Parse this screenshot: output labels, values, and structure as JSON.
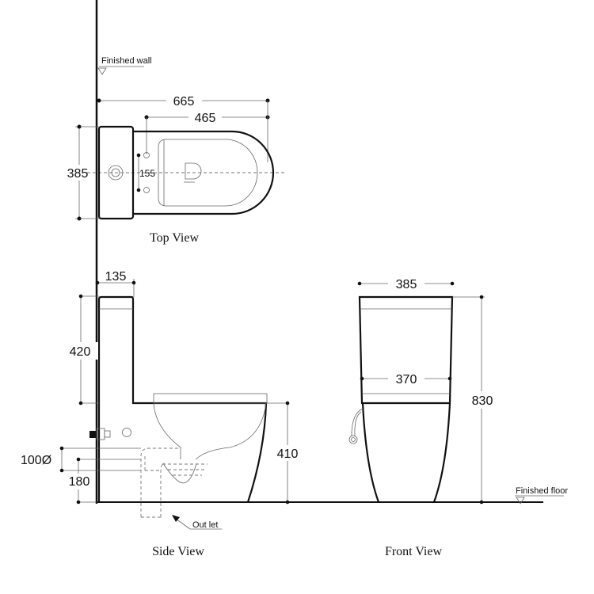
{
  "labels": {
    "finished_wall": "Finished wall",
    "finished_floor": "Finished floor",
    "outlet": "Out let",
    "top_view": "Top View",
    "side_view": "Side View",
    "front_view": "Front View"
  },
  "dimensions": {
    "top_total_length": "665",
    "top_bowl_length": "465",
    "top_width": "385",
    "top_hole_spacing": "155",
    "side_tank_depth": "135",
    "side_tank_height": "420",
    "side_seat_height": "410",
    "side_outlet_diameter": "100Ø",
    "side_outlet_height": "180",
    "front_tank_width": "385",
    "front_bowl_width": "370",
    "front_total_height": "830"
  }
}
